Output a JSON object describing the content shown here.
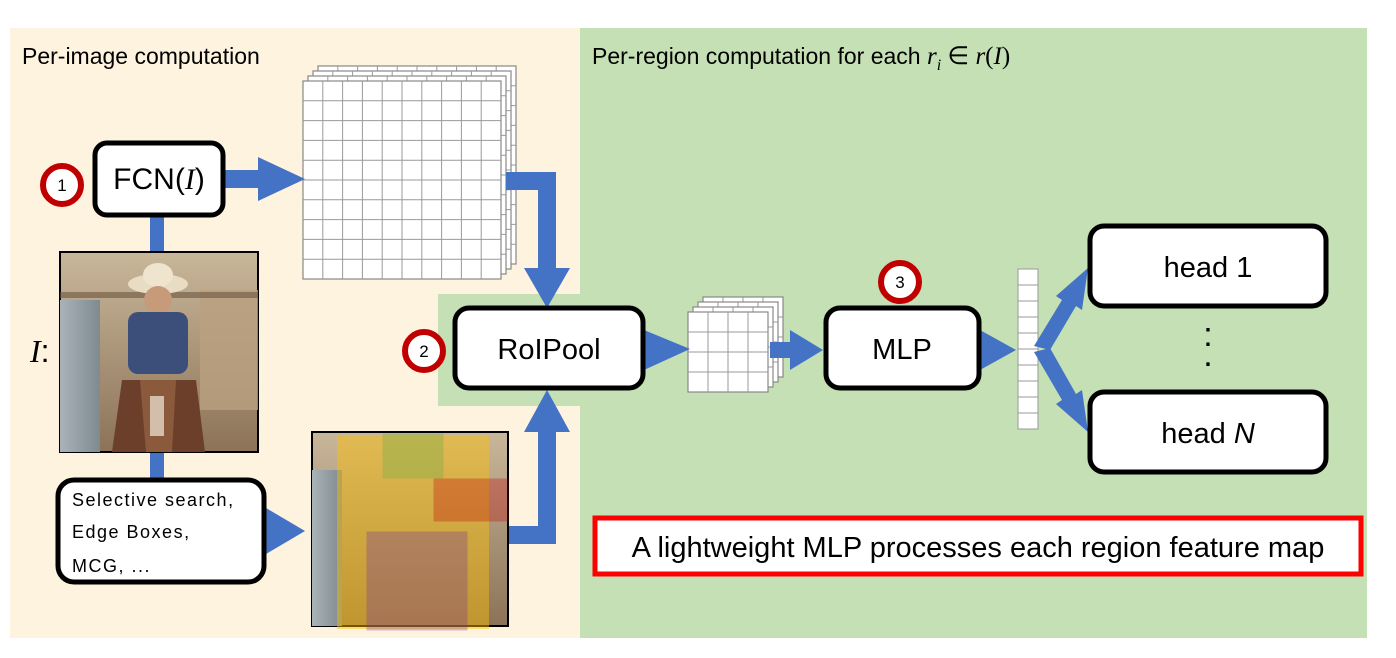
{
  "sections": {
    "per_image_title": "Per-image computation",
    "per_region_title_prefix": "Per-region computation for each ",
    "per_region_math": "r_i ∈ r(I)"
  },
  "nodes": {
    "fcn": {
      "prefix": "FCN(",
      "var": "I",
      "suffix": ")"
    },
    "image_label": {
      "var": "I",
      "suffix": ":"
    },
    "proposals": [
      "Selective search,",
      "Edge Boxes,",
      "MCG, ..."
    ],
    "roipool": "RoIPool",
    "mlp": "MLP",
    "head1": "head 1",
    "headN": {
      "prefix": "head ",
      "var": "N"
    },
    "ellipsis": ":"
  },
  "markers": [
    "1",
    "2",
    "3"
  ],
  "callout": "A lightweight MLP processes each region feature map",
  "colors": {
    "per_image_bg": "#fdf3df",
    "per_region_bg": "#c5e0b4",
    "arrow": "#4472c4",
    "marker": "#c00000",
    "callout_border": "#ff0000",
    "callout_text": "#c00000",
    "box_green": "#70ad47",
    "box_red": "#c00000",
    "box_purple": "#7030a0",
    "box_yellow": "#ffc000"
  }
}
